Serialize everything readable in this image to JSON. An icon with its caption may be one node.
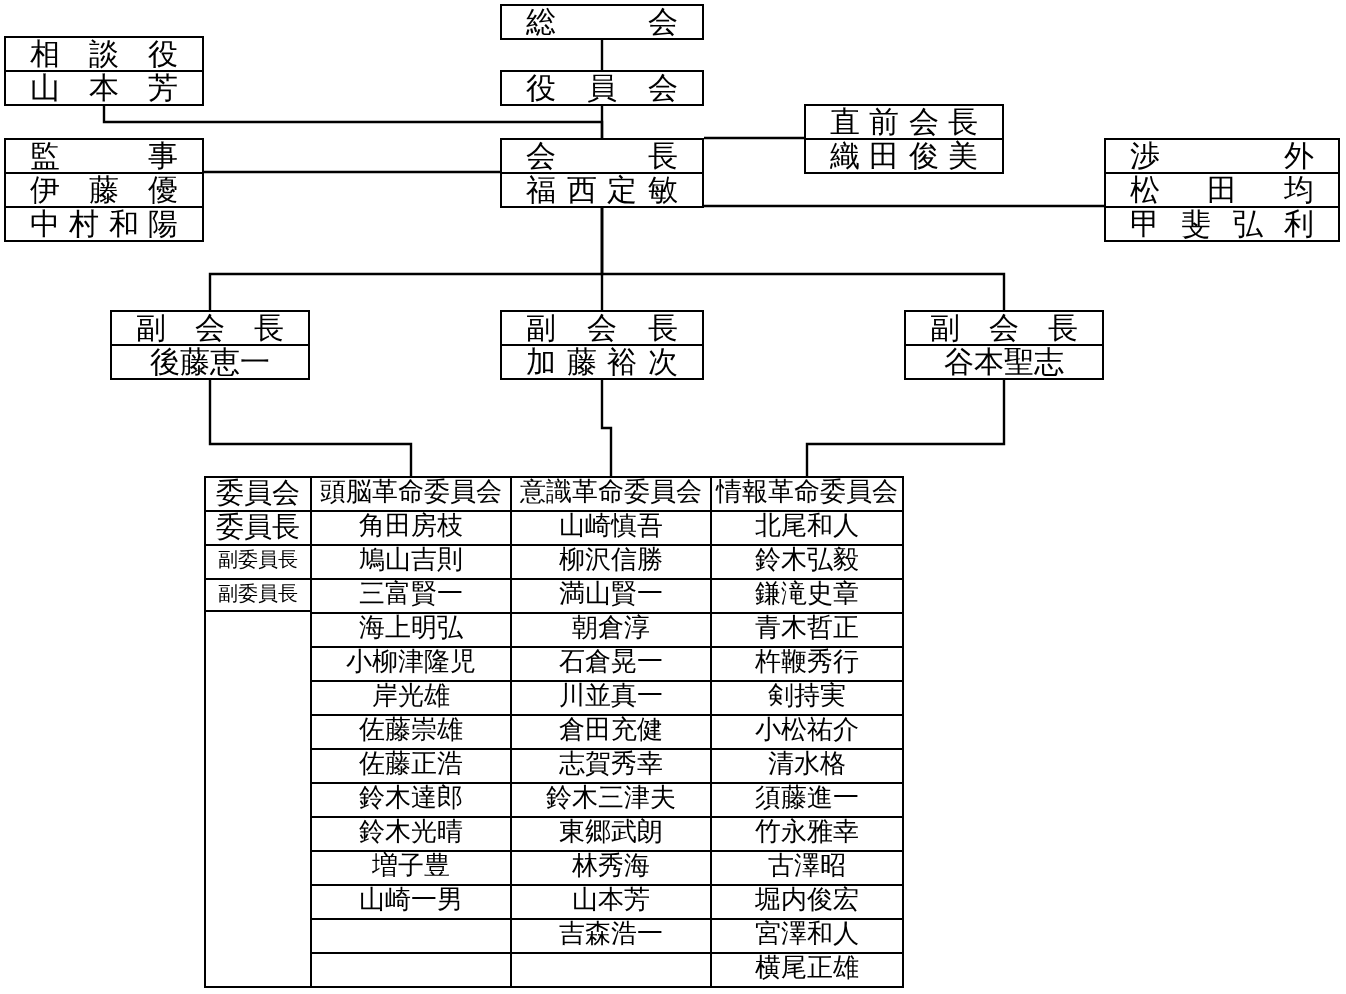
{
  "diagram": {
    "nodes": [
      {
        "text": [
          "総会"
        ]
      },
      {
        "text": [
          "役員会"
        ]
      },
      {
        "text": [
          "相談役",
          "山本芳"
        ]
      },
      {
        "text": [
          "監事",
          "伊藤優",
          "中村和陽"
        ]
      },
      {
        "text": [
          "会長",
          "福西定敏"
        ]
      },
      {
        "text": [
          "直前会長",
          "織田俊美"
        ]
      },
      {
        "text": [
          "渉外",
          "松田均",
          "甲斐弘利"
        ]
      },
      {
        "text": [
          "副会長",
          "後藤恵一"
        ]
      },
      {
        "text": [
          "副会長",
          "加藤裕次"
        ]
      },
      {
        "text": [
          "副会長",
          "谷本聖志"
        ]
      },
      {
        "text": [
          "頭脳革命委員会",
          "角田房枝",
          "鳩山吉則",
          "三富賢一",
          "海上明弘",
          "小柳津隆児",
          "岸光雄",
          "佐藤崇雄",
          "佐藤正浩",
          "鈴木達郎",
          "鈴木光晴",
          "増子豊",
          "山崎一男"
        ]
      },
      {
        "text": [
          "意識革命委員会",
          "山崎慎吾",
          "柳沢信勝",
          "満山賢一",
          "朝倉淳",
          "石倉晃一",
          "川並真一",
          "倉田充健",
          "志賀秀幸",
          "鈴木三津夫",
          "東郷武朗",
          "林秀海",
          "山本芳",
          "吉森浩一"
        ]
      },
      {
        "text": [
          "情報革命委員会",
          "北尾和人",
          "鈴木弘毅",
          "鎌滝史章",
          "青木哲正",
          "杵鞭秀行",
          "剣持実",
          "小松祐介",
          "清水格",
          "須藤進一",
          "竹永雅幸",
          "古澤昭",
          "堀内俊宏",
          "宮澤和人",
          "横尾正雄"
        ]
      }
    ],
    "edges": [
      {
        "from": 0,
        "to": 1,
        "arrow": "none"
      },
      {
        "from": 1,
        "to": 4,
        "arrow": "none"
      },
      {
        "from": 2,
        "to": 4,
        "arrow": "none"
      },
      {
        "from": 3,
        "to": 4,
        "arrow": "none"
      },
      {
        "from": 4,
        "to": 5,
        "arrow": "none"
      },
      {
        "from": 4,
        "to": 6,
        "arrow": "none"
      },
      {
        "from": 4,
        "to": 7,
        "arrow": "none"
      },
      {
        "from": 4,
        "to": 8,
        "arrow": "none"
      },
      {
        "from": 4,
        "to": 9,
        "arrow": "none"
      },
      {
        "from": 7,
        "to": 10,
        "arrow": "none"
      },
      {
        "from": 8,
        "to": 11,
        "arrow": "none"
      },
      {
        "from": 9,
        "to": 12,
        "arrow": "none"
      }
    ],
    "labels": [
      "委員会",
      "委員長",
      "副委員長",
      "副委員長"
    ]
  }
}
